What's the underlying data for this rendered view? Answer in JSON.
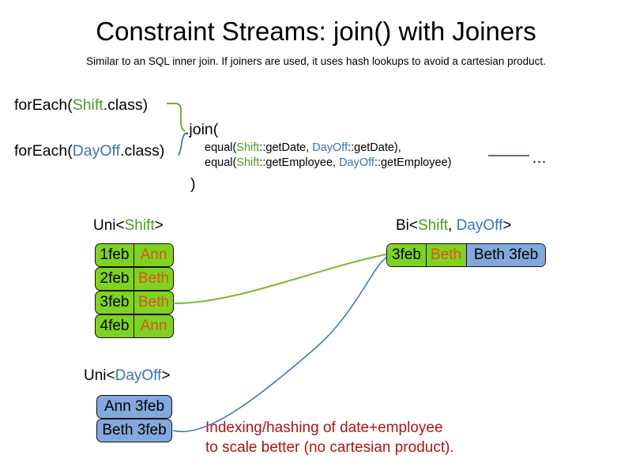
{
  "slide": {
    "title": "Constraint Streams: join() with Joiners",
    "subtitle": "Similar to an SQL inner join. If joiners are used, it uses hash lookups to avoid a cartesian product."
  },
  "colors": {
    "shift_green": "#4d9a26",
    "dayoff_blue": "#3a72b0",
    "box_green": "#7ed321",
    "box_blue": "#82a9dd",
    "name_orange": "#e0521b",
    "annotation_red": "#ab1515",
    "ellipsis_line": "#7e5f84"
  },
  "code": {
    "foreach_shift": {
      "prefix": "forEach(",
      "type": "Shift",
      "suffix": ".class)"
    },
    "foreach_dayoff": {
      "prefix": "forEach(",
      "type": "DayOff",
      "suffix": ".class)"
    },
    "join_open": ".join(",
    "join_close": ")",
    "joiners": [
      {
        "call_open": "equal(",
        "left_type": "Shift",
        "left_method": "::getDate, ",
        "right_type": "DayOff",
        "right_method": "::getDate),"
      },
      {
        "call_open": "equal(",
        "left_type": "Shift",
        "left_method": "::getEmployee, ",
        "right_type": "DayOff",
        "right_method": "::getEmployee)"
      }
    ],
    "ellipsis": "…"
  },
  "streams": {
    "uni_shift": {
      "label_prefix": "Uni<",
      "label_type": "Shift",
      "label_suffix": ">",
      "columns": [
        "date",
        "employee"
      ],
      "rows": [
        {
          "date": "1feb",
          "employee": "Ann"
        },
        {
          "date": "2feb",
          "employee": "Beth"
        },
        {
          "date": "3feb",
          "employee": "Beth"
        },
        {
          "date": "4feb",
          "employee": "Ann"
        }
      ]
    },
    "uni_dayoff": {
      "label_prefix": "Uni<",
      "label_type": "DayOff",
      "label_suffix": ">",
      "rows": [
        {
          "text": "Ann 3feb"
        },
        {
          "text": "Beth 3feb"
        }
      ]
    },
    "bi": {
      "label_prefix": "Bi<",
      "label_type_a": "Shift",
      "label_separator": ", ",
      "label_type_b": "DayOff",
      "label_suffix": ">",
      "row": {
        "shift_date": "3feb",
        "shift_employee": "Beth",
        "dayoff": "Beth 3feb"
      }
    }
  },
  "annotation": {
    "line1": "Indexing/hashing of date+employee",
    "line2": "to scale better (no cartesian product)."
  }
}
